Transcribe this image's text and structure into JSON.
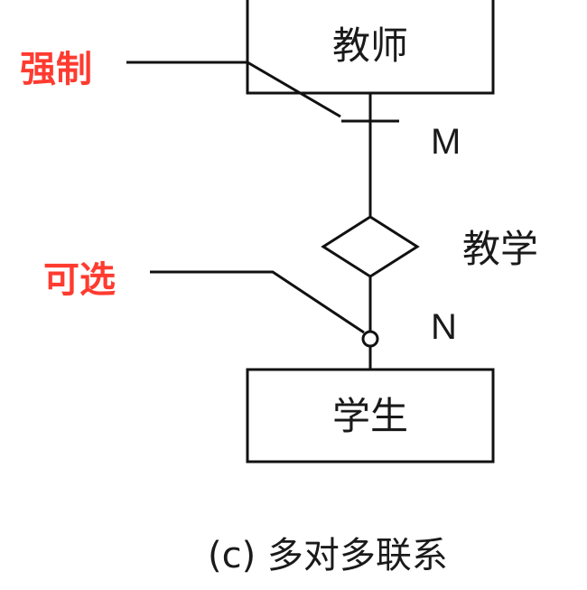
{
  "diagram": {
    "entities": {
      "teacher": "教师",
      "student": "学生"
    },
    "relationship": {
      "name": "教学"
    },
    "cardinality": {
      "teacher_side": "M",
      "student_side": "N"
    },
    "annotations": {
      "mandatory": "强制",
      "optional": "可选"
    },
    "caption": "(c) 多对多联系",
    "colors": {
      "annotation": "#ff3b30",
      "line": "#111111"
    }
  }
}
